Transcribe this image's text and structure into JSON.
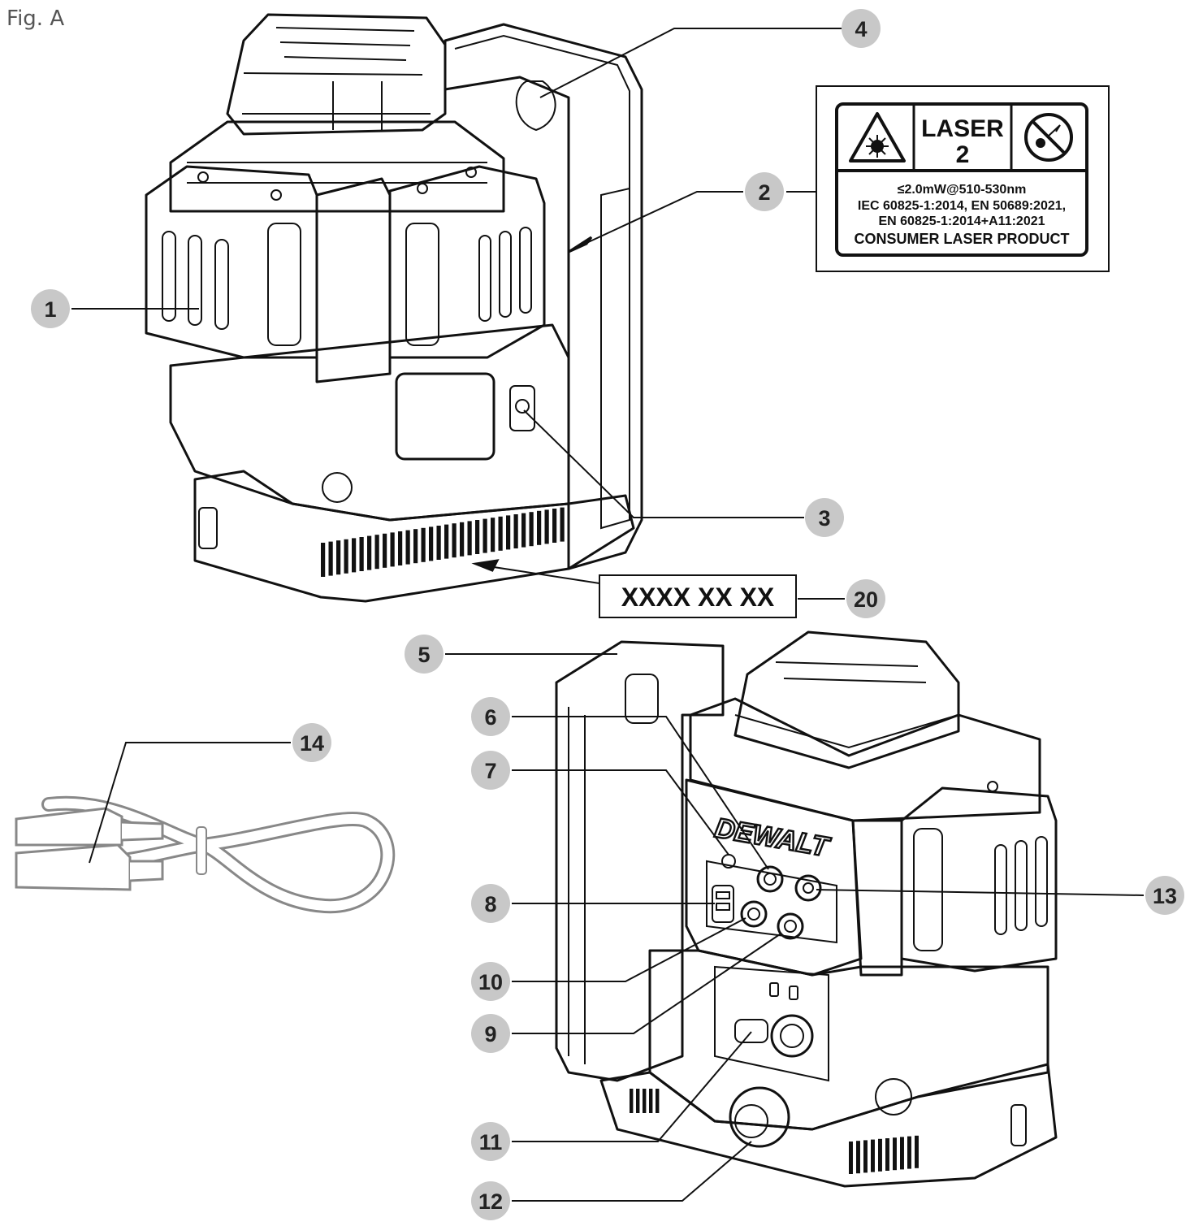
{
  "figure": {
    "label": "Fig. A"
  },
  "warning_label": {
    "title_line1": "LASER",
    "title_line2": "2",
    "spec_line1": "≤2.0mW@510-530nm",
    "spec_line2": "IEC 60825-1:2014, EN 50689:2021,",
    "spec_line3": "EN 60825-1:2014+A11:2021",
    "spec_line4": "CONSUMER LASER PRODUCT"
  },
  "serial_label": {
    "text": "XXXX XX XX"
  },
  "brand": {
    "logo_text": "DEWALT"
  },
  "callouts": [
    "1",
    "2",
    "3",
    "4",
    "5",
    "6",
    "7",
    "8",
    "9",
    "10",
    "11",
    "12",
    "13",
    "14",
    "20"
  ]
}
